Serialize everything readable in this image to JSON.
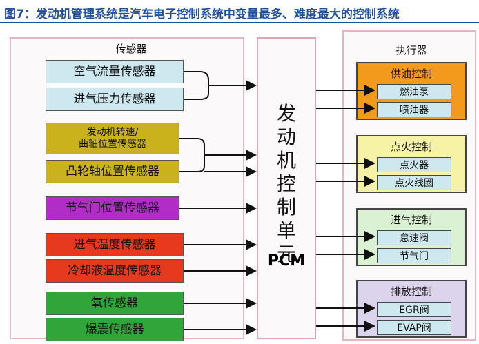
{
  "title": "图7：发动机管理系统是汽车电子控制系统中变量最多、难度最大的控制系统",
  "sensors": {
    "section_title": "传感器",
    "items": [
      {
        "label": "空气流量传感器",
        "color": "#cde8ee"
      },
      {
        "label": "进气压力传感器",
        "color": "#cde8ee"
      },
      {
        "label": "发动机转速/\n曲轴位置传感器",
        "color": "#c9b21b"
      },
      {
        "label": "凸轮轴位置传感器",
        "color": "#c9b21b"
      },
      {
        "label": "节气门位置传感器",
        "color": "#b22cc7"
      },
      {
        "label": "进气温度传感器",
        "color": "#e6391e"
      },
      {
        "label": "冷却液温度传感器",
        "color": "#e6391e"
      },
      {
        "label": "氧传感器",
        "color": "#2fa53a"
      },
      {
        "label": "爆震传感器",
        "color": "#2fa53a"
      }
    ]
  },
  "ecu": {
    "vertical_text": "发\n动\n机\n控\n制\n单\n元",
    "pcm": "PCM"
  },
  "actuators": {
    "section_title": "执行器",
    "groups": [
      {
        "title": "供油控制",
        "color": "#f39a1c",
        "items": [
          "燃油泵",
          "喷油器"
        ]
      },
      {
        "title": "点火控制",
        "color": "#f6f2a6",
        "items": [
          "点火器",
          "点火线圈"
        ]
      },
      {
        "title": "进气控制",
        "color": "#dbf1d3",
        "items": [
          "怠速阀",
          "节气门"
        ]
      },
      {
        "title": "排放控制",
        "color": "#dcd4ec",
        "items": [
          "EGR阀",
          "EVAP阀"
        ]
      }
    ]
  }
}
